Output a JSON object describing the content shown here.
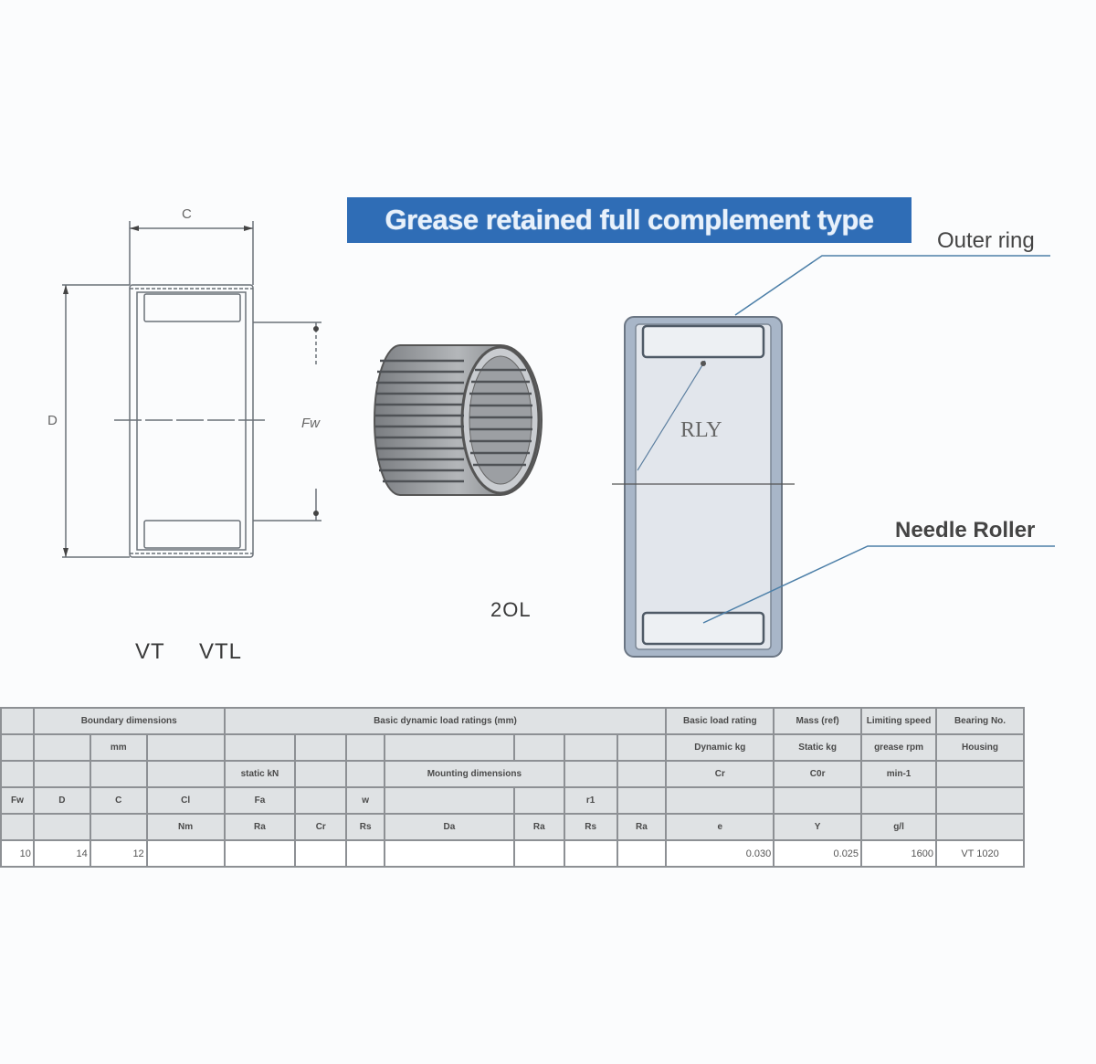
{
  "title": "Grease retained full complement type",
  "colors": {
    "banner_bg": "#2f6db6",
    "banner_text": "#e8f1fb",
    "line": "#5f6b78",
    "bearing_fill": "#dfe4ea",
    "table_header_bg": "#dfe2e4",
    "table_border": "#8d9094"
  },
  "left_drawing": {
    "dim_width": "C",
    "dim_outer": "D",
    "dim_inner": "Fw",
    "caption_1": "VT",
    "caption_2": "VTL"
  },
  "center_image": {
    "caption": "2OL"
  },
  "right_drawing": {
    "inner_label": "RLY",
    "callout_top": "Outer ring",
    "callout_bottom": "Needle Roller"
  },
  "table": {
    "header_row_1": [
      "",
      "Boundary dimensions",
      "Basic dynamic load ratings (mm)",
      "",
      "Basic load rating",
      "Mass (ref)",
      "Limiting speed",
      "Bearing No."
    ],
    "header_row_2": [
      "",
      "",
      "mm",
      "",
      "",
      "",
      "",
      "",
      "",
      "",
      "",
      "Dynamic kg",
      "Static kg",
      "grease rpm",
      "Housing"
    ],
    "header_row_3": [
      "",
      "",
      "",
      "",
      "static kN",
      "",
      "",
      "Mounting dimensions",
      "",
      "",
      "",
      "Cr",
      "C0r",
      "min-1"
    ],
    "header_row_4": [
      "Fw",
      "D",
      "C",
      "Cl",
      "Fa",
      "",
      "w",
      "",
      "",
      "r1",
      "",
      "",
      "",
      "",
      ""
    ],
    "header_row_5": [
      "",
      "",
      "",
      "Nm",
      "Ra",
      "Cr",
      "Rs",
      "Da",
      "Ra",
      "Rs",
      "Ra",
      "e",
      "Y",
      "g/l",
      ""
    ],
    "data_row": [
      "10",
      "14",
      "12",
      "",
      "",
      "",
      "",
      "",
      "",
      "",
      "",
      "0.030",
      "0.025",
      "1600",
      "VT 1020"
    ]
  }
}
